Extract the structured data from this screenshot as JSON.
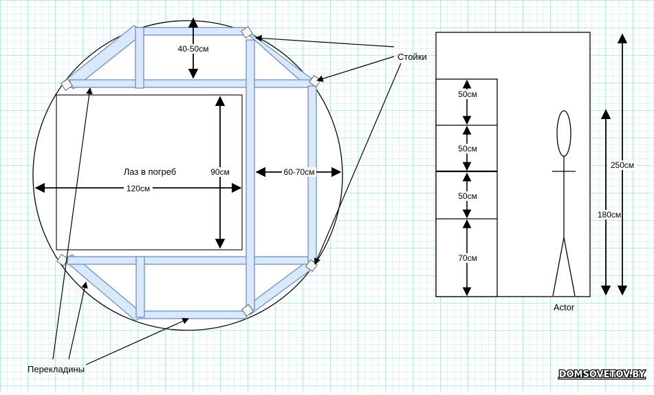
{
  "labels": {
    "cellar_hatch": "Лаз в погреб",
    "width_120": "120см",
    "depth_90": "90см",
    "gap_40_50": "40-50см",
    "gap_60_70": "60-70см",
    "posts": "Стойки",
    "crossbars": "Перекладины",
    "shelf_1": "50см",
    "shelf_2": "50см",
    "shelf_3": "50см",
    "shelf_bottom": "70см",
    "person": "Actor",
    "height_180": "180см",
    "height_250": "250см"
  },
  "watermark": "DOMSOVETOV.BY",
  "colors": {
    "grid": "#3ec19b",
    "beam_fill": "#dae8fc",
    "beam_stroke": "#6c8ebf",
    "line": "#000000"
  }
}
